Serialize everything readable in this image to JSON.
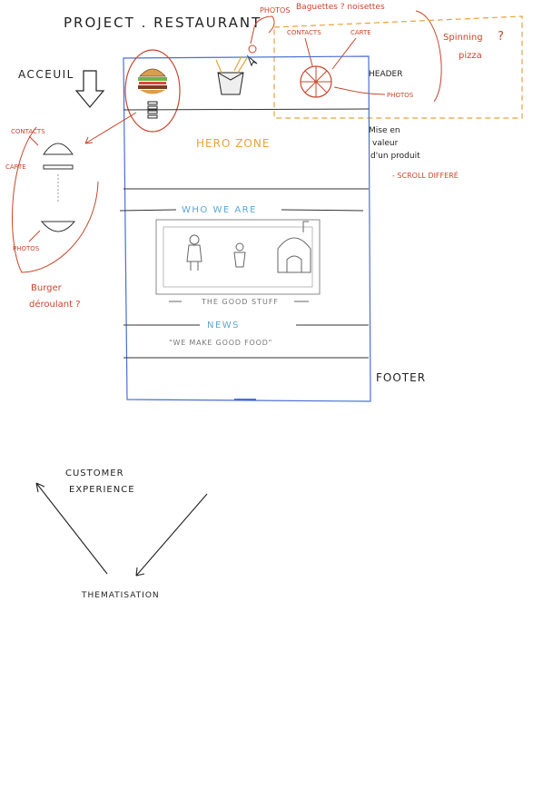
{
  "colors": {
    "ink": "#222222",
    "red": "#c8452c",
    "orange": "#e8a23a",
    "blue": "#5aa6d6",
    "frame": "#4a6fd1",
    "gray": "#888888"
  },
  "title": "PROJECT . RESTAURANT",
  "top_notes": {
    "photos": "PHOTOS",
    "question": "Baguettes ? noisettes",
    "spinning": "Spinning",
    "pizza": "pizza",
    "q_mark": "?"
  },
  "header": {
    "contacts": "CONTACTS",
    "carte": "CARTE",
    "photos": "PHOTOS",
    "label": "HEADER"
  },
  "left": {
    "acceuil": "ACCEUIL",
    "contacts": "CONTACTS",
    "carte": "CARTE",
    "photos": "PHOTOS",
    "burger1": "Burger",
    "burger2": "déroulant ?"
  },
  "phone": {
    "hero": "HERO ZONE",
    "who": "WHO WE ARE",
    "good_stuff": "THE GOOD STUFF",
    "news": "NEWS",
    "quote": "\"WE MAKE GOOD FOOD\""
  },
  "right_notes": {
    "line1": "Mise en",
    "line2": "valeur",
    "line3": "d'un produit",
    "scroll": "- SCROLL DIFFERÉ",
    "footer": "FOOTER"
  },
  "bottom": {
    "customer": "CUSTOMER",
    "experience": "EXPERIENCE",
    "thematisation": "THEMATISATION"
  }
}
